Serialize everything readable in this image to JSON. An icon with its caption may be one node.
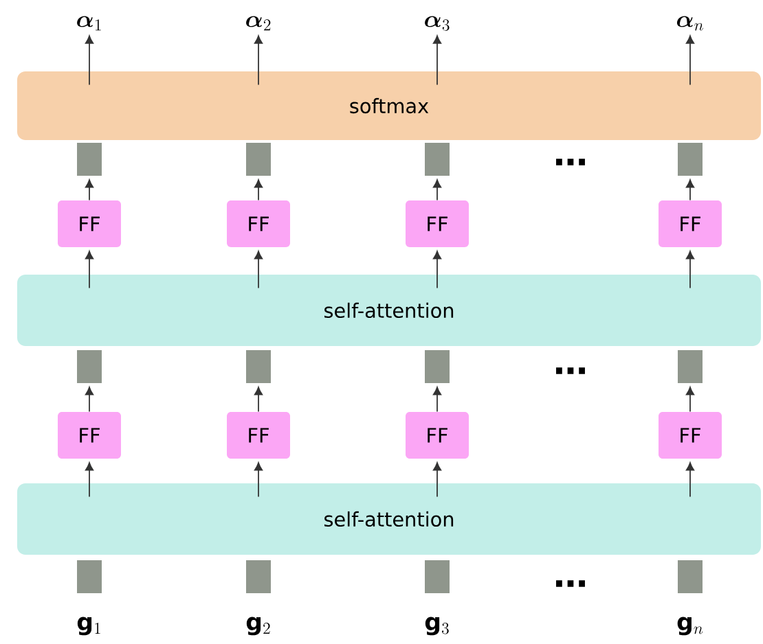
{
  "diagram": {
    "nodes": [
      {
        "text": [
          "\\bm{\\alpha}_1"
        ]
      },
      {
        "text": [
          "\\bm{\\alpha}_2"
        ]
      },
      {
        "text": [
          "\\bm{\\alpha}_3"
        ]
      },
      {
        "text": [
          "\\bm{\\alpha}_n"
        ]
      },
      {
        "text": [
          "softmax"
        ]
      },
      {
        "text": [],
        "shape": "box"
      },
      {
        "text": [],
        "shape": "box"
      },
      {
        "text": [],
        "shape": "box"
      },
      {
        "text": [],
        "shape": "box"
      },
      {
        "text": [
          "FF"
        ]
      },
      {
        "text": [
          "FF"
        ]
      },
      {
        "text": [
          "FF"
        ]
      },
      {
        "text": [
          "FF"
        ]
      },
      {
        "text": [
          "self-attention"
        ]
      },
      {
        "text": [],
        "shape": "box"
      },
      {
        "text": [],
        "shape": "box"
      },
      {
        "text": [],
        "shape": "box"
      },
      {
        "text": [],
        "shape": "box"
      },
      {
        "text": [
          "FF"
        ]
      },
      {
        "text": [
          "FF"
        ]
      },
      {
        "text": [
          "FF"
        ]
      },
      {
        "text": [
          "FF"
        ]
      },
      {
        "text": [
          "self-attention"
        ]
      },
      {
        "text": [],
        "shape": "box"
      },
      {
        "text": [],
        "shape": "box"
      },
      {
        "text": [],
        "shape": "box"
      },
      {
        "text": [],
        "shape": "box"
      },
      {
        "text": [
          "\\mathbf{g}_1"
        ]
      },
      {
        "text": [
          "\\mathbf{g}_2"
        ]
      },
      {
        "text": [
          "\\mathbf{g}_3"
        ]
      },
      {
        "text": [
          "\\mathbf{g}_n"
        ]
      }
    ],
    "edges": [
      {
        "from": 4,
        "to": 0,
        "arrow": "to"
      },
      {
        "from": 4,
        "to": 1,
        "arrow": "to"
      },
      {
        "from": 4,
        "to": 2,
        "arrow": "to"
      },
      {
        "from": 4,
        "to": 3,
        "arrow": "to"
      },
      {
        "from": 9,
        "to": 5,
        "arrow": "to"
      },
      {
        "from": 10,
        "to": 6,
        "arrow": "to"
      },
      {
        "from": 11,
        "to": 7,
        "arrow": "to"
      },
      {
        "from": 12,
        "to": 8,
        "arrow": "to"
      },
      {
        "from": 13,
        "to": 9,
        "arrow": "to"
      },
      {
        "from": 13,
        "to": 10,
        "arrow": "to"
      },
      {
        "from": 13,
        "to": 11,
        "arrow": "to"
      },
      {
        "from": 13,
        "to": 12,
        "arrow": "to"
      },
      {
        "from": 18,
        "to": 14,
        "arrow": "to"
      },
      {
        "from": 19,
        "to": 15,
        "arrow": "to"
      },
      {
        "from": 20,
        "to": 16,
        "arrow": "to"
      },
      {
        "from": 21,
        "to": 17,
        "arrow": "to"
      },
      {
        "from": 22,
        "to": 18,
        "arrow": "to"
      },
      {
        "from": 22,
        "to": 19,
        "arrow": "to"
      },
      {
        "from": 22,
        "to": 20,
        "arrow": "to"
      },
      {
        "from": 22,
        "to": 21,
        "arrow": "to"
      }
    ],
    "labels": [
      "…",
      "…",
      "…"
    ]
  }
}
